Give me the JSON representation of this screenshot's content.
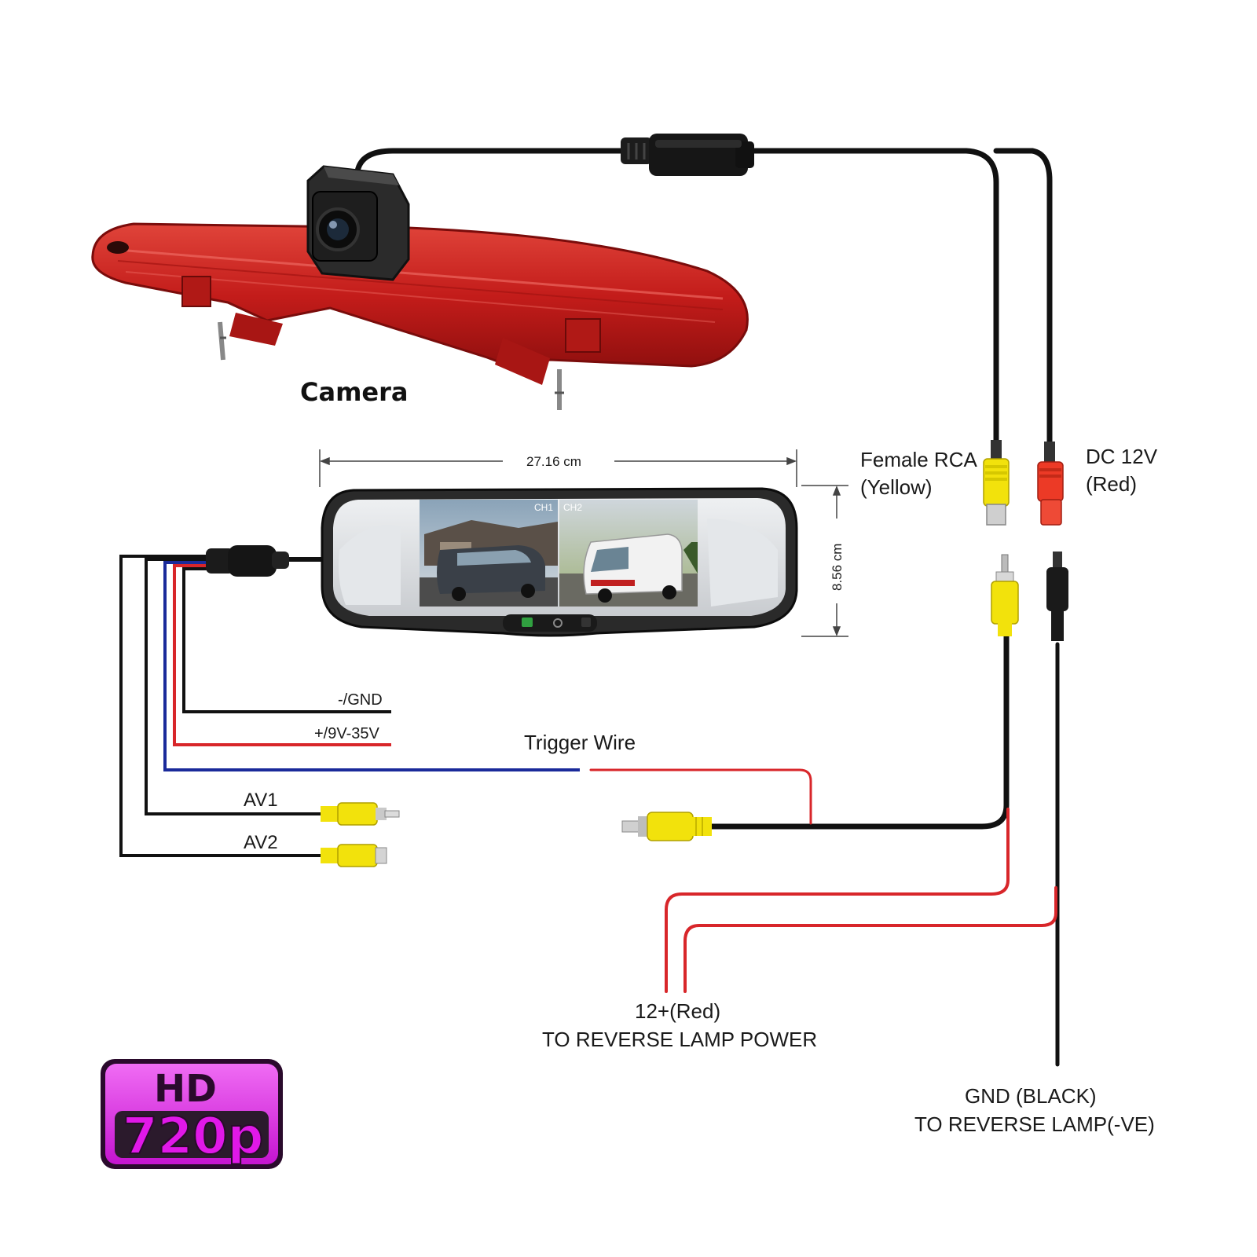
{
  "labels": {
    "camera": "Camera",
    "width_dim": "27.16 cm",
    "height_dim": "8.56 cm",
    "female_rca_line1": "Female RCA",
    "female_rca_line2": "(Yellow)",
    "dc12v_line1": "DC 12V",
    "dc12v_line2": "(Red)",
    "gnd_wire": "-/GND",
    "power_wire": "+/9V-35V",
    "trigger_wire": "Trigger Wire",
    "av1": "AV1",
    "av2": "AV2",
    "reverse_power_line1": "12+(Red)",
    "reverse_power_line2": "TO REVERSE LAMP POWER",
    "reverse_gnd_line1": "GND (BLACK)",
    "reverse_gnd_line2": "TO REVERSE LAMP(-VE)",
    "ch1": "CH1",
    "ch2": "CH2"
  },
  "badge": {
    "line1": "HD",
    "line2": "720p"
  },
  "colors": {
    "camera_housing": "#c8201e",
    "badge_fill": "#e018e8",
    "rca_yellow": "#f2e20c",
    "dc_red": "#ec3a26",
    "wire_black": "#111111",
    "wire_red": "#d8262a",
    "wire_blue": "#1a2a9a"
  }
}
